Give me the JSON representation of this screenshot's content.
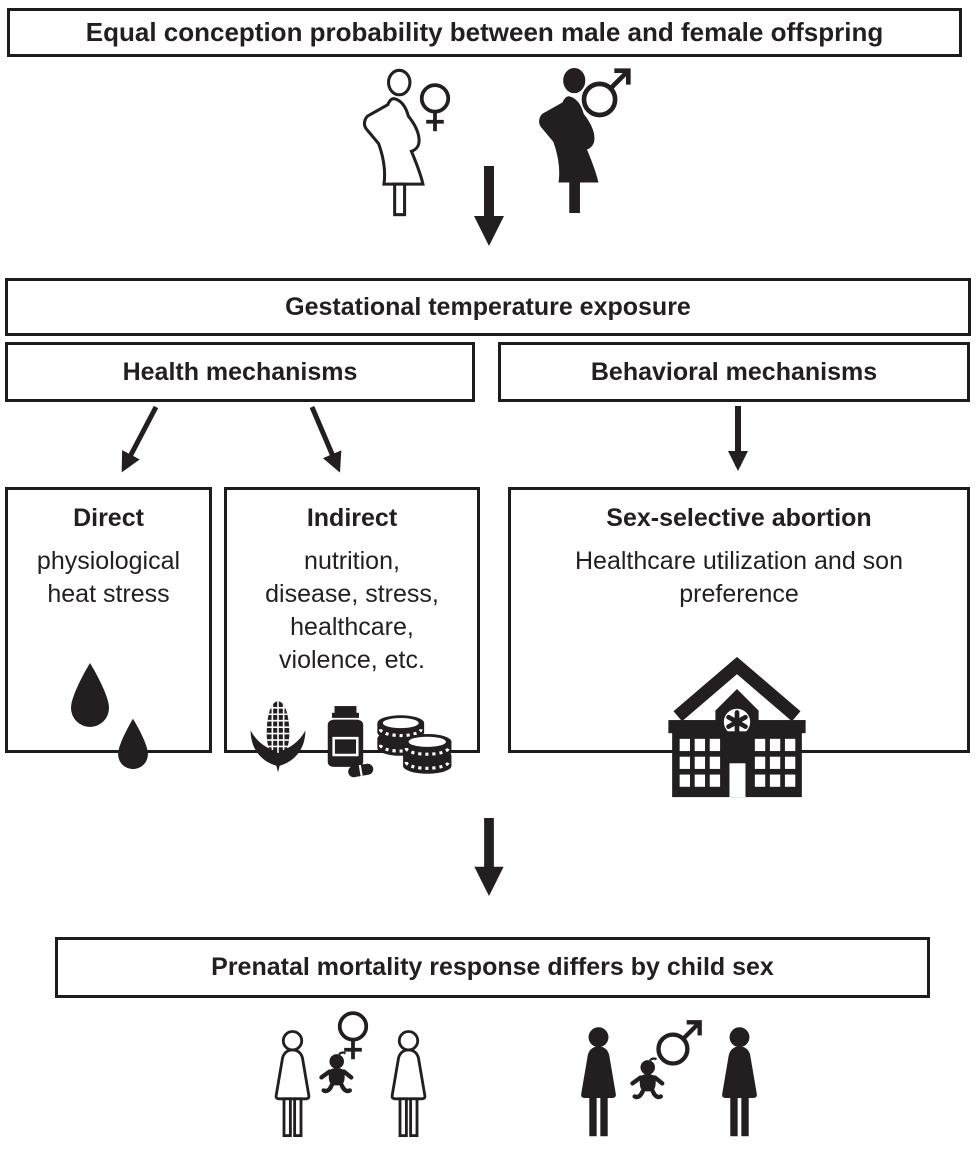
{
  "flow": {
    "conception": "Equal conception probability between male and female offspring",
    "exposure": "Gestational temperature exposure",
    "health": "Health mechanisms",
    "behavioral": "Behavioral mechanisms",
    "outcome": "Prenatal mortality response differs by child sex"
  },
  "pathways": {
    "direct": {
      "title": "Direct",
      "lines": [
        "physiological",
        "heat stress"
      ]
    },
    "indirect": {
      "title": "Indirect",
      "lines": [
        "nutrition,",
        "disease, stress,",
        "healthcare,",
        "violence, etc."
      ]
    },
    "abortion": {
      "title": "Sex-selective abortion",
      "lines": [
        "Healthcare utilization and son",
        "preference"
      ]
    }
  },
  "icons": {
    "top_group": [
      "pregnant-woman-outline-icon",
      "female-symbol-icon",
      "pregnant-woman-filled-icon",
      "male-symbol-icon"
    ],
    "direct_icons": [
      "water-drop-icon",
      "water-drop-small-icon"
    ],
    "indirect_icons": [
      "corn-icon",
      "medicine-bottle-icon",
      "coin-stack-icon"
    ],
    "abortion_icons": [
      "hospital-icon"
    ],
    "bottom_left_group": [
      "woman-outline-icon",
      "baby-icon",
      "female-symbol-icon",
      "woman-outline-icon"
    ],
    "bottom_right_group": [
      "woman-filled-icon",
      "baby-icon",
      "male-symbol-icon",
      "woman-filled-icon"
    ]
  },
  "colors": {
    "ink": "#231f20",
    "border": "#1c1c1c",
    "background": "#ffffff"
  }
}
